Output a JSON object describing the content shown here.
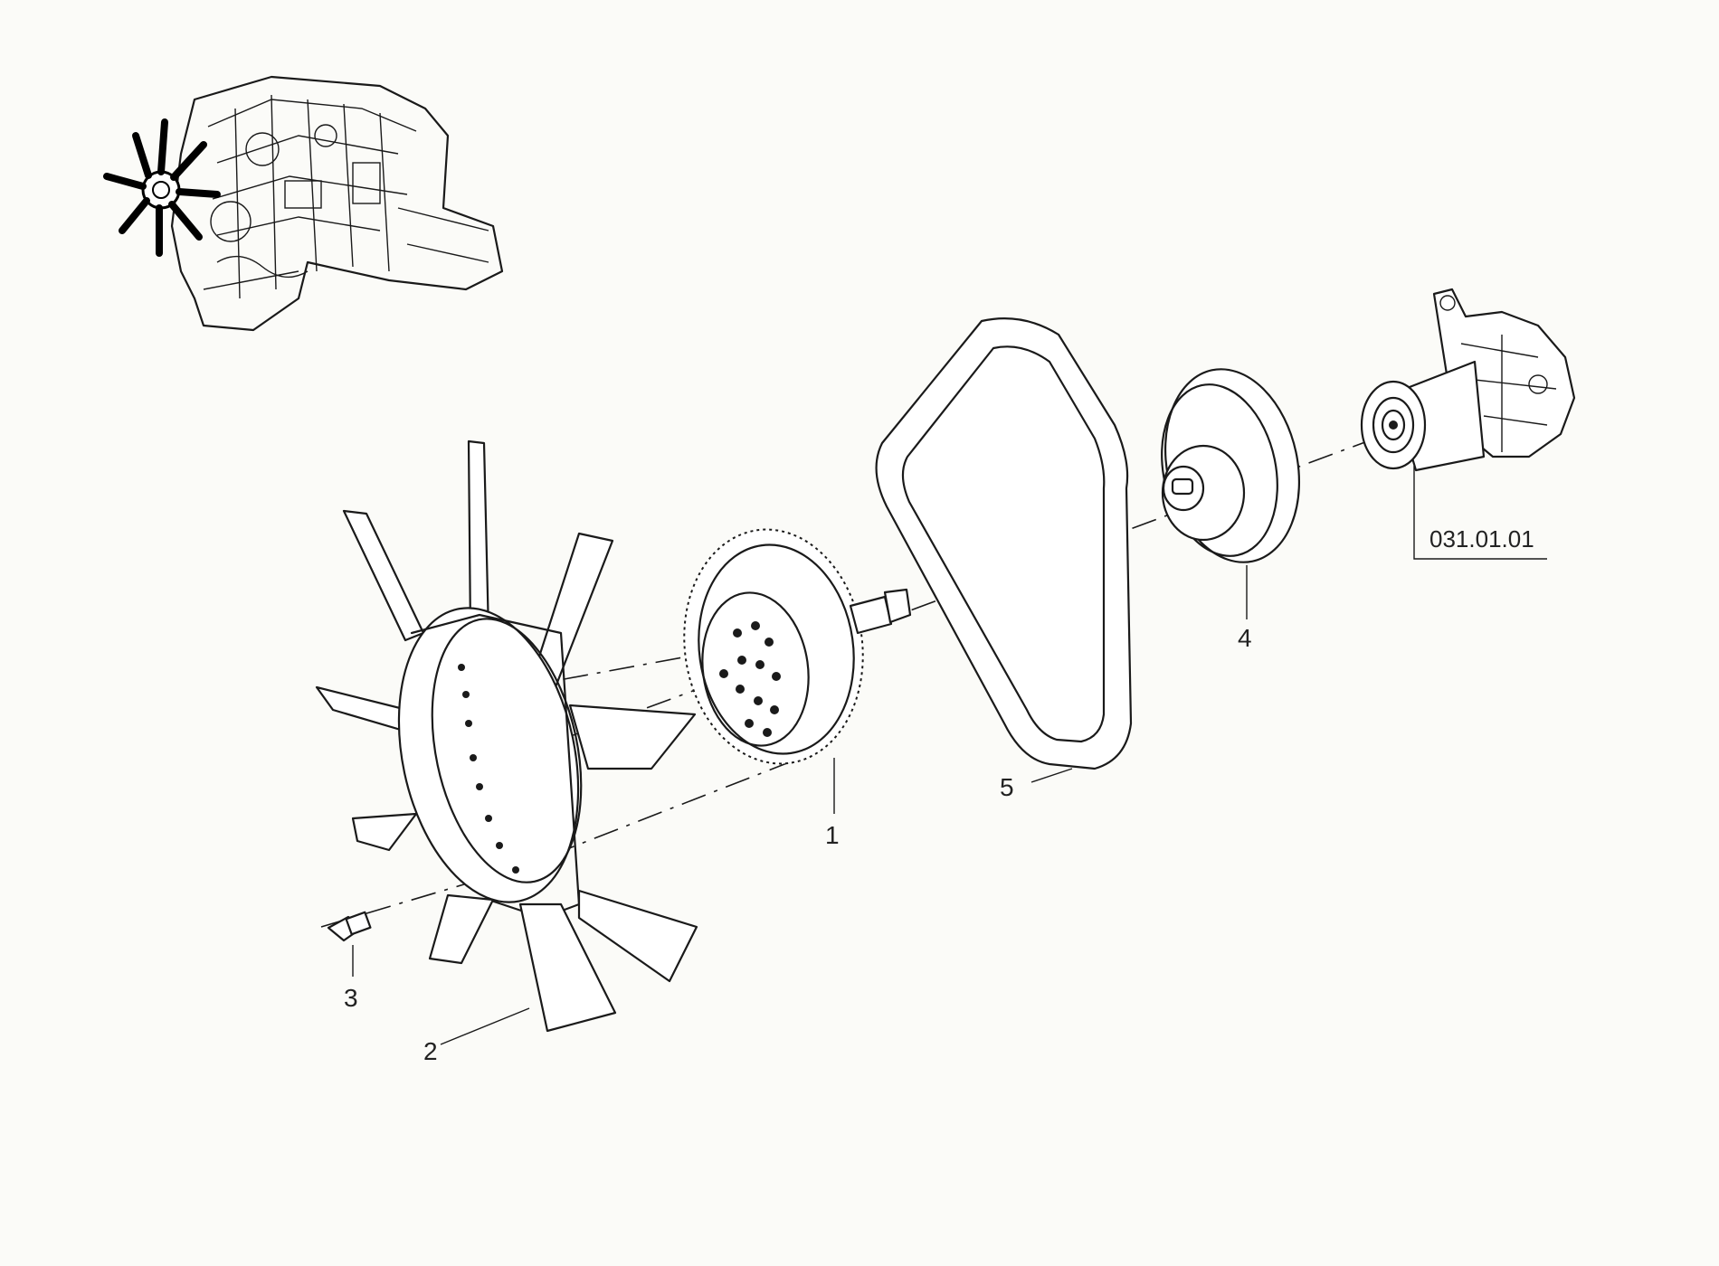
{
  "callouts": {
    "item_1": "1",
    "item_2": "2",
    "item_3": "3",
    "item_4": "4",
    "item_5": "5"
  },
  "reference": "031.01.01"
}
